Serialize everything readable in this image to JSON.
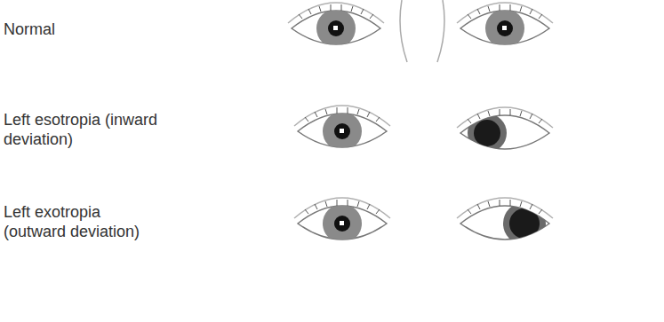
{
  "diagram": {
    "labels": [
      "Normal",
      "Left esotropia (inward deviation)",
      "Left exotropia (outward deviation)"
    ]
  }
}
